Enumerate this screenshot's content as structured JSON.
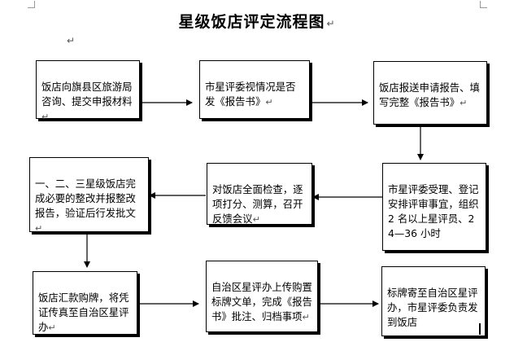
{
  "title": "星级饭店评定流程图",
  "paragraph_mark": "↵",
  "boxes": [
    {
      "id": "b1",
      "text": "饭店向旗县区旅游局咨询、提交申报材料"
    },
    {
      "id": "b2",
      "text": "市星评委视情况是否发《报告书》"
    },
    {
      "id": "b3",
      "text": "饭店报送申请报告、填写完整《报告书》"
    },
    {
      "id": "b4",
      "text": "市星评委受理、登记安排评审事宜，组织 2 名以上星评员、24—36 小时"
    },
    {
      "id": "b5",
      "text": "对饭店全面检查，逐项打分、测算，召开反馈会议"
    },
    {
      "id": "b6",
      "text": "一、二、三星级饭店完成必要的整改并报整改报告，验证后行发批文"
    },
    {
      "id": "b7",
      "text": "饭店汇款购牌，将凭证传真至自治区星评办"
    },
    {
      "id": "b8",
      "text": "自治区星评办上传购置标牌文单，完成《报告书》批注、归档事项"
    },
    {
      "id": "b9",
      "text": "标牌寄至自治区星评办，市星评委负责发到饭店"
    }
  ]
}
